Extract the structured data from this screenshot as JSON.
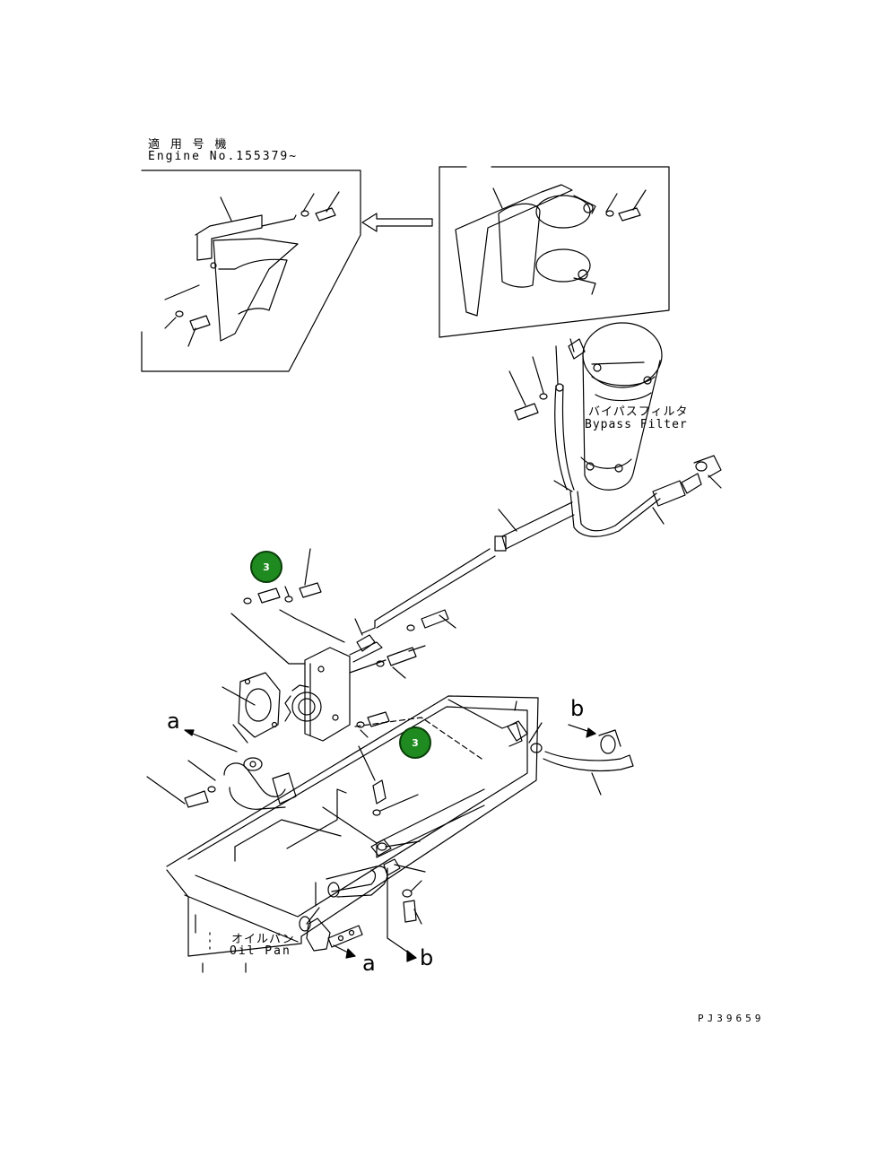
{
  "applicability": {
    "line1": "適 用 号 機",
    "line2": "Engine No.155379~"
  },
  "labels": {
    "bypass_filter_jp": "バイパスフィルタ",
    "bypass_filter_en": "Bypass Filter",
    "oil_pan_jp": "オイルパン",
    "oil_pan_en": "Oil Pan",
    "arrow_a_left": "a",
    "arrow_a_bottom": "a",
    "arrow_b_right": "b",
    "arrow_b_bottom": "b"
  },
  "markers": [
    {
      "id": "3"
    },
    {
      "id": "3"
    }
  ],
  "drawing_number": "PJ39659",
  "colors": {
    "marker_fill": "#1f8a1f",
    "line": "#000000"
  }
}
